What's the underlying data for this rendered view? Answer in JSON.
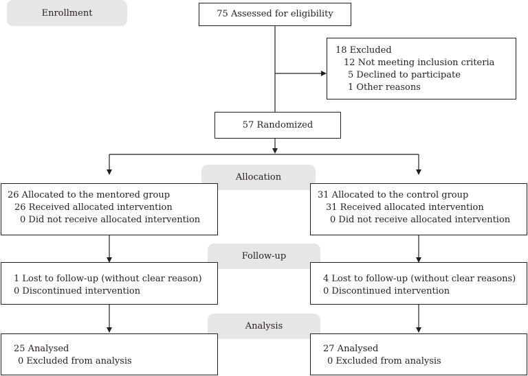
{
  "stages": {
    "enrollment": "Enrollment",
    "allocation": "Allocation",
    "followup": "Follow-up",
    "analysis": "Analysis"
  },
  "assessed": "75 Assessed for eligibility",
  "excluded": {
    "title": "18 Excluded",
    "items": [
      "12 Not meeting inclusion criteria",
      "5 Declined to participate",
      "1 Other reasons"
    ]
  },
  "randomized": "57 Randomized",
  "mentored": {
    "allocated": "26 Allocated to the mentored group",
    "received": "26 Received allocated intervention",
    "not_received": "0 Did not receive allocated intervention",
    "lost": "1 Lost to follow-up (without clear reason)",
    "discontinued": "0 Discontinued intervention",
    "analysed": "25 Analysed",
    "excluded_analysis": "0 Excluded from analysis"
  },
  "control": {
    "allocated": "31 Allocated to the control group",
    "received": "31 Received allocated intervention",
    "not_received": "0 Did not receive allocated intervention",
    "lost": "4 Lost to follow-up (without clear reasons)",
    "discontinued": "0 Discontinued intervention",
    "analysed": "27 Analysed",
    "excluded_analysis": "0 Excluded from analysis"
  }
}
